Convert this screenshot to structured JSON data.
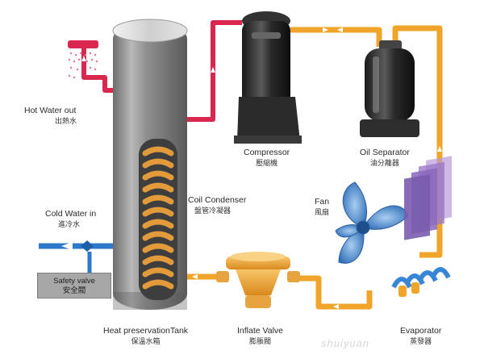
{
  "labels": {
    "hot_water_out": {
      "en": "Hot Water out",
      "cn": "出熱水"
    },
    "cold_water_in": {
      "en": "Cold Water in",
      "cn": "進冷水"
    },
    "safety_valve": {
      "en": "Safety valve",
      "cn": "安全閥"
    },
    "compressor": {
      "en": "Compressor",
      "cn": "壓縮機"
    },
    "oil_separator": {
      "en": "Oil Separator",
      "cn": "油分離器"
    },
    "coil_condenser": {
      "en": "Coil Condenser",
      "cn": "盤管冷凝器"
    },
    "fan": {
      "en": "Fan",
      "cn": "風扇"
    },
    "tank": {
      "en": "Heat preservationTank",
      "cn": "保溫水箱"
    },
    "inflate_valve": {
      "en": "Inflate  Valve",
      "cn": "膨脹閥"
    },
    "evaporator": {
      "en": "Evaporator",
      "cn": "蒸發器"
    }
  },
  "watermark": "shuiyuan",
  "colors": {
    "hot_pipe": "#d9274f",
    "refrigerant_pipe": "#f0a52a",
    "cold_pipe": "#2c78c9",
    "tank_body": "#8a8a8a",
    "coil": "#e39a3a",
    "fan_blade": "#4e8fd6"
  }
}
